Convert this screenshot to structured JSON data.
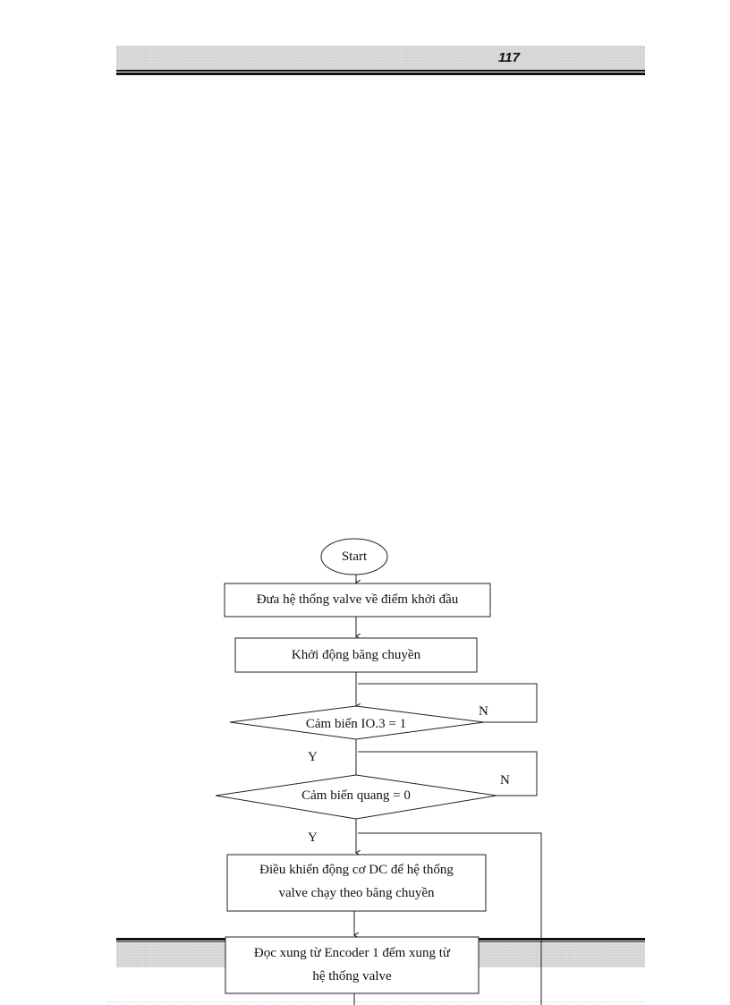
{
  "header": {
    "page_number": "117"
  },
  "flowchart": {
    "start": "Start",
    "step1": "Đưa hệ thống valve về điểm khởi đầu",
    "step2": "Khởi động băng chuyền",
    "decision1": "Cảm biến IO.3 = 1",
    "decision2": "Cảm biến quang = 0",
    "step3_line1": "Điều khiển động cơ DC để hệ thống",
    "step3_line2": "valve chạy theo băng chuyền",
    "step4_line1": "Đọc xung từ Encoder 1 đếm xung từ",
    "step4_line2": "hệ thống valve",
    "yes_label_1": "Y",
    "yes_label_2": "Y",
    "no_label_1": "N",
    "no_label_2": "N"
  }
}
